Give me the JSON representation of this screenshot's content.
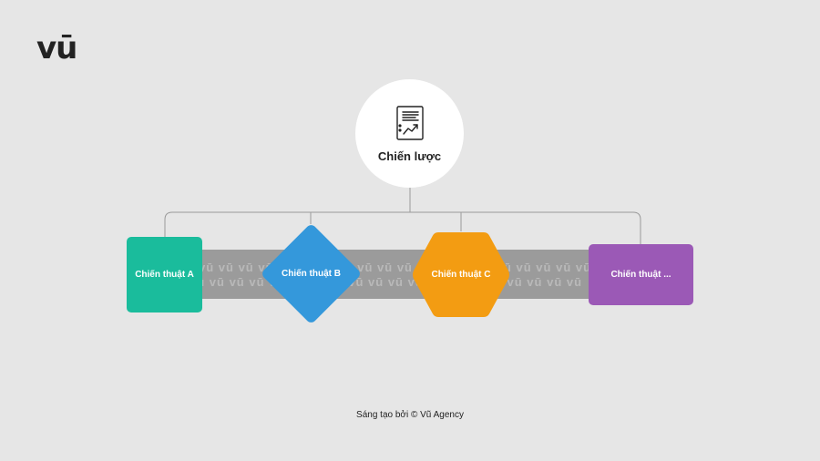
{
  "brand": {
    "logo_text": "vū"
  },
  "diagram": {
    "root": {
      "label": "Chiến lược",
      "icon": "strategy-report-chart-icon"
    },
    "children": [
      {
        "label": "Chiến thuật A",
        "shape": "rounded-square",
        "color": "#1abc9c"
      },
      {
        "label": "Chiến thuật B",
        "shape": "diamond",
        "color": "#3498db"
      },
      {
        "label": "Chiến thuật C",
        "shape": "hexagon",
        "color": "#f39c12"
      },
      {
        "label": "Chiến thuật ...",
        "shape": "rounded-rectangle",
        "color": "#9b59b6"
      }
    ],
    "band_watermark": "vū vū vū vū vū vū vū vū vū vū vū vū vū vū vū vū vū vū vū vū",
    "connector_color": "#9a9a9a",
    "band_color": "#9b9b9b"
  },
  "footer": {
    "credit": "Sáng tạo bởi © Vũ Agency"
  }
}
